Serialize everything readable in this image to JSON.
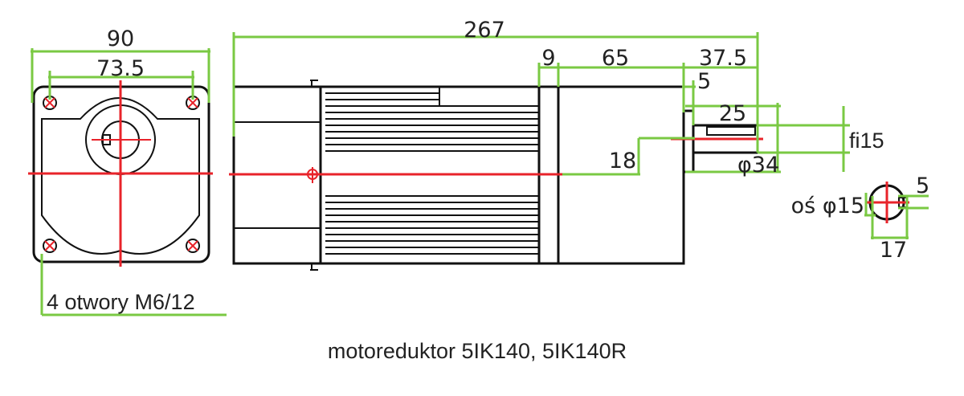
{
  "caption": "motoreduktor 5IK140, 5IK140R",
  "colors": {
    "outline": "#111111",
    "dimension": "#7ac943",
    "centerline": "#e8232a",
    "text": "#222222"
  },
  "front_view": {
    "width_label": "90",
    "bolt_spacing_label": "73.5",
    "holes_label": "4 otwory M6/12"
  },
  "side_view": {
    "total_length_label": "267",
    "flange_label": "9",
    "gearbox_label": "65",
    "shaft_total_label": "37.5",
    "shaft_offset_label": "5",
    "shaft_length_label": "25",
    "axis_height_label": "18",
    "shaft_diameter_label": "fi15",
    "boss_diameter_label": "φ34"
  },
  "shaft_section": {
    "axis_label": "oś φ15",
    "key_label": "5",
    "height_label": "17"
  }
}
